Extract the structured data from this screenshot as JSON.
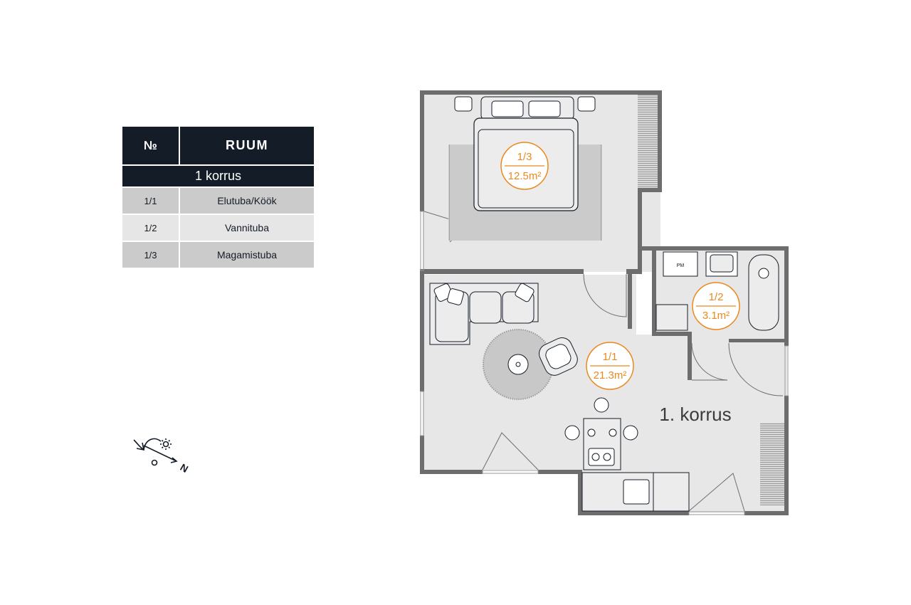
{
  "table": {
    "header_no": "№",
    "header_room": "RUUM",
    "floor": "1 korrus",
    "rows": [
      {
        "no": "1/1",
        "name": "Elutuba/Köök"
      },
      {
        "no": "1/2",
        "name": "Vannituba"
      },
      {
        "no": "1/3",
        "name": "Magamistuba"
      }
    ]
  },
  "compass": {
    "direction_label": "N"
  },
  "plan": {
    "floor_title": "1. korrus",
    "rooms": [
      {
        "no": "1/3",
        "area": "12.5m²"
      },
      {
        "no": "1/2",
        "area": "3.1m²"
      },
      {
        "no": "1/1",
        "area": "21.3m²"
      }
    ],
    "fixtures": {
      "washing_machine": "PM"
    },
    "colors": {
      "accent": "#ea8a1e",
      "wall": "#6d6d6d",
      "floor": "#e7e7e7",
      "table_dark": "#141c27"
    }
  }
}
